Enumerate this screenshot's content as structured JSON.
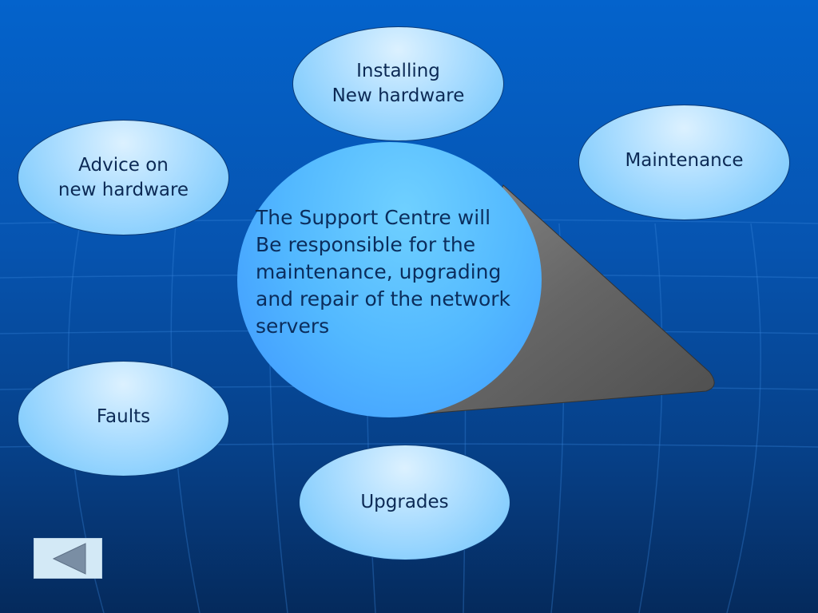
{
  "diagram": {
    "center": {
      "text": "The Support Centre will\nBe responsible for the\nmaintenance, upgrading\nand repair of the network\nservers"
    },
    "nodes": {
      "installing": "Installing\nNew hardware",
      "advice": "Advice on\nnew hardware",
      "maintenance": "Maintenance",
      "faults": "Faults",
      "upgrades": "Upgrades"
    }
  },
  "navigation": {
    "back_icon": "triangle-left-icon"
  },
  "colors": {
    "background_top": "#0463cc",
    "background_bottom": "#052a5c",
    "oval_fill": "#a9dcff",
    "center_fill": "#52b8ff",
    "cone_fill": "#666666",
    "text": "#0c2a55"
  }
}
